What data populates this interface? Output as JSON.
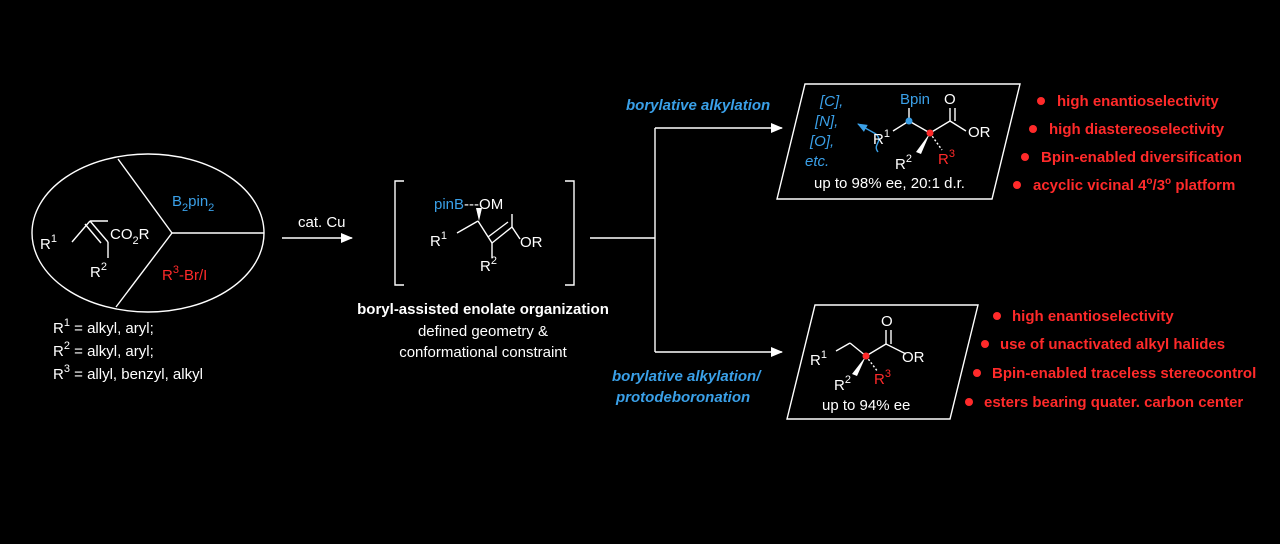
{
  "colors": {
    "background": "#000000",
    "text": "#ffffff",
    "blue": "#3aa0e8",
    "red": "#ff2a2a"
  },
  "substrate": {
    "r1": "R",
    "r1_sup": "1",
    "co2r": "CO",
    "co2r_sub": "2",
    "co2r_tail": "R",
    "r2": "R",
    "r2_sup": "2",
    "b2pin2_b": "B",
    "b2pin2_sub1": "2",
    "b2pin2_pin": "pin",
    "b2pin2_sub2": "2",
    "r3": "R",
    "r3_sup": "3",
    "r3_tail": "-Br/I"
  },
  "conditions": [
    {
      "r": "R",
      "sup": "1",
      "text": " = alkyl, aryl;"
    },
    {
      "r": "R",
      "sup": "2",
      "text": " = alkyl, aryl;"
    },
    {
      "r": "R",
      "sup": "3",
      "text": " = allyl, benzyl, alkyl"
    }
  ],
  "arrow1_label": "cat. Cu",
  "intermediate": {
    "pinb": "pinB",
    "dash": "---",
    "om": "OM",
    "r1": "R",
    "r1_sup": "1",
    "or": "OR",
    "r2": "R",
    "r2_sup": "2",
    "title": "boryl-assisted enolate organization",
    "line2": "defined geometry &",
    "line3": "conformational constraint"
  },
  "top_branch": {
    "label": "borylative alkylation",
    "diversify": [
      "[C],",
      "[N],",
      "[O],",
      "etc."
    ],
    "bpin": "Bpin",
    "o": "O",
    "or": "OR",
    "r1": "R",
    "r1_sup": "1",
    "r2": "R",
    "r2_sup": "2",
    "r3": "R",
    "r3_sup": "3",
    "selectivity": "up to 98% ee, 20:1 d.r.",
    "bullets": [
      "high enantioselectivity",
      "high diastereoselectivity",
      "Bpin-enabled diversification"
    ],
    "bullet4_pre": "acyclic vicinal 4",
    "bullet4_deg1": "o",
    "bullet4_mid": "/3",
    "bullet4_deg2": "o",
    "bullet4_post": " platform"
  },
  "bottom_branch": {
    "label_line1": "borylative alkylation/",
    "label_line2": "protodeboronation",
    "o": "O",
    "or": "OR",
    "r1": "R",
    "r1_sup": "1",
    "r2": "R",
    "r2_sup": "2",
    "r3": "R",
    "r3_sup": "3",
    "selectivity": "up to 94% ee",
    "bullets": [
      "high enantioselectivity",
      "use of unactivated alkyl halides",
      "Bpin-enabled traceless stereocontrol",
      "esters bearing quater. carbon center"
    ]
  }
}
